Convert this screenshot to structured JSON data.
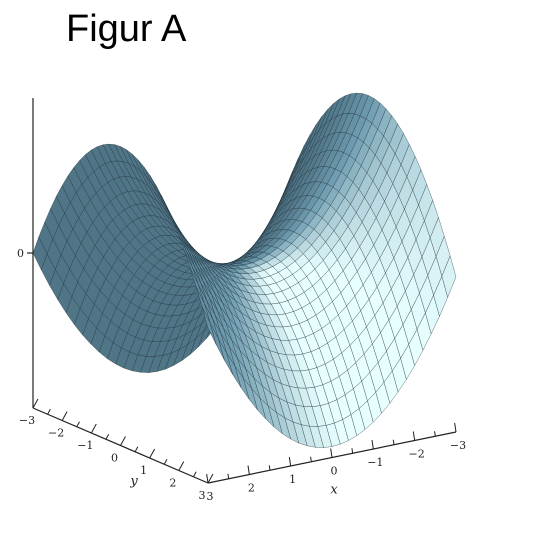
{
  "title": "Figur A",
  "chart_data": {
    "type": "surface",
    "title": "Figur A",
    "xlabel": "x",
    "ylabel": "y",
    "xlim": [
      -3,
      3
    ],
    "ylim": [
      -3,
      3
    ],
    "x_ticks": [
      "3",
      "2",
      "1",
      "0",
      "−1",
      "−2",
      "−3"
    ],
    "y_ticks": [
      "−3",
      "−2",
      "−1",
      "0",
      "1",
      "2",
      "3"
    ],
    "z_ticks": [
      "0"
    ],
    "grid_lines": 30,
    "colors": {
      "surface_dark": "#3f6272",
      "surface_mid": "#6f9cb0",
      "surface_light": "#e8ffff",
      "mesh": "#1f2f38",
      "axis": "#222222"
    }
  }
}
